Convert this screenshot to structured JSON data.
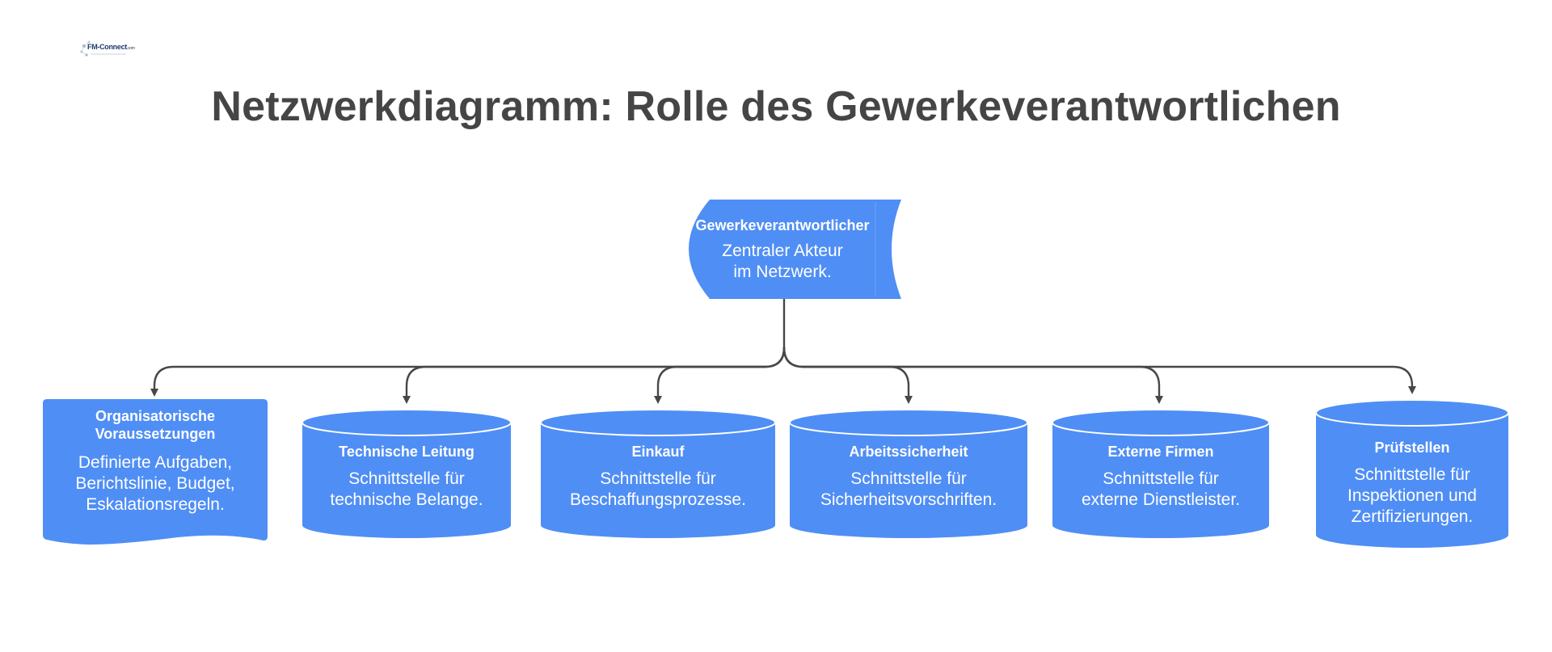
{
  "logo": {
    "text": "FM-Connect",
    "suffix": ".com"
  },
  "title": "Netzwerkdiagramm: Rolle des Gewerkeverantwortlichen",
  "center": {
    "title": "Gewerkeverantwortlicher",
    "text_lines": [
      "Zentraler Akteur",
      "im Netzwerk."
    ]
  },
  "nodes": [
    {
      "title_lines": [
        "Organisatorische",
        "Voraussetzungen"
      ],
      "text_lines": [
        "Definierte Aufgaben,",
        "Berichtslinie, Budget,",
        "Eskalationsregeln."
      ]
    },
    {
      "title_lines": [
        "Technische Leitung"
      ],
      "text_lines": [
        "Schnittstelle für",
        "technische Belange."
      ]
    },
    {
      "title_lines": [
        "Einkauf"
      ],
      "text_lines": [
        "Schnittstelle für",
        "Beschaffungsprozesse."
      ]
    },
    {
      "title_lines": [
        "Arbeitssicherheit"
      ],
      "text_lines": [
        "Schnittstelle für",
        "Sicherheitsvorschriften."
      ]
    },
    {
      "title_lines": [
        "Externe Firmen"
      ],
      "text_lines": [
        "Schnittstelle für",
        "externe Dienstleister."
      ]
    },
    {
      "title_lines": [
        "Prüfstellen"
      ],
      "text_lines": [
        "Schnittstelle für",
        "Inspektionen und",
        "Zertifizierungen."
      ]
    }
  ],
  "colors": {
    "node_fill": "#4f8ef5",
    "node_text": "#ffffff",
    "connector": "#474747",
    "title": "#454545"
  }
}
